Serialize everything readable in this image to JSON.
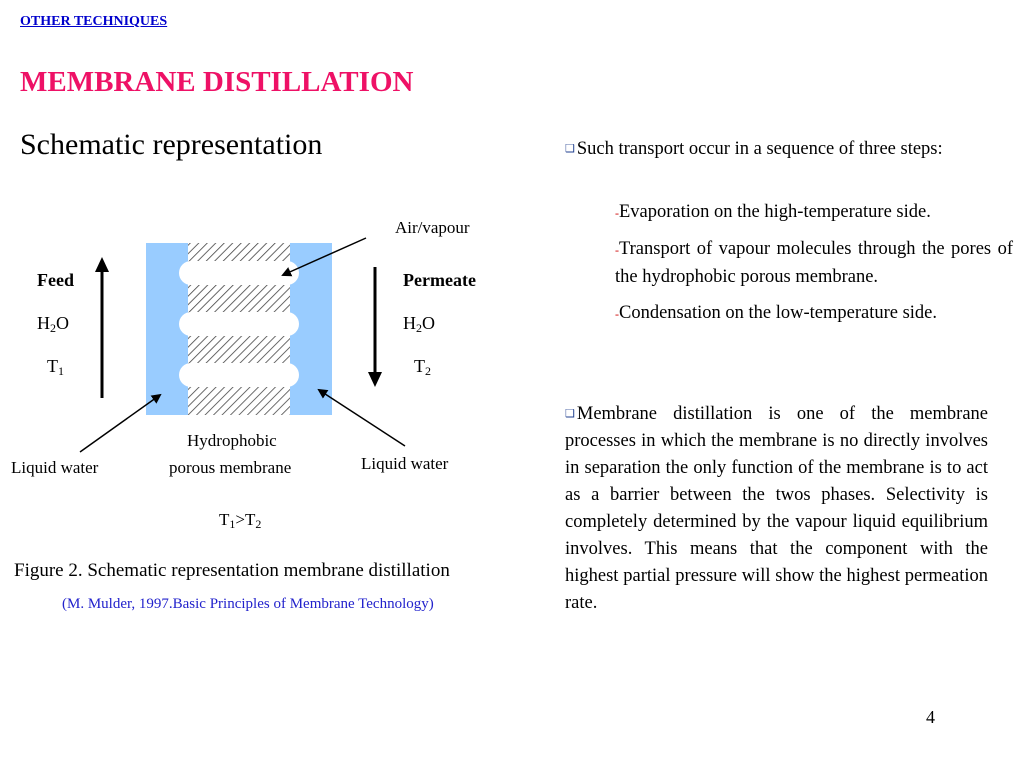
{
  "header": {
    "section_link": "OTHER TECHNIQUES"
  },
  "title": "MEMBRANE DISTILLATION",
  "subtitle": "Schematic representation",
  "diagram": {
    "air_vapour": "Air/vapour",
    "feed": {
      "label": "Feed",
      "h2o_h": "H",
      "h2o_sub": "2",
      "h2o_o": "O",
      "t": "T",
      "t_sub": "1"
    },
    "permeate": {
      "label": "Permeate",
      "h2o_h": "H",
      "h2o_sub": "2",
      "h2o_o": "O",
      "t": "T",
      "t_sub": "2"
    },
    "liquid_left": "Liquid water",
    "liquid_right": "Liquid water",
    "membrane_line1": "Hydrophobic",
    "membrane_line2": "porous membrane",
    "relation": {
      "t1": "T",
      "s1": "1",
      "gt": ">T",
      "s2": "2"
    },
    "colors": {
      "water": "#99ccff",
      "title": "#ee1166",
      "link": "#0000cc"
    }
  },
  "caption": "Figure 2. Schematic representation membrane distillation",
  "citation": "(M. Mulder, 1997.Basic Principles of Membrane Technology)",
  "right": {
    "p1": "Such transport occur in a sequence of three steps:",
    "steps": [
      "Evaporation on the high-temperature side.",
      "Transport of vapour molecules through the pores of the hydrophobic porous membrane.",
      "Condensation on the low-temperature side."
    ],
    "p2": "Membrane distillation is one of the membrane processes in which the membrane is no directly involves in separation the only function of the membrane is to act as a barrier between the twos phases. Selectivity is completely determined by the vapour liquid equilibrium involves. This means that the component with the highest partial pressure will show the highest permeation rate."
  },
  "bullet_symbol": "❑",
  "dash_symbol": "-",
  "page_number": "4"
}
